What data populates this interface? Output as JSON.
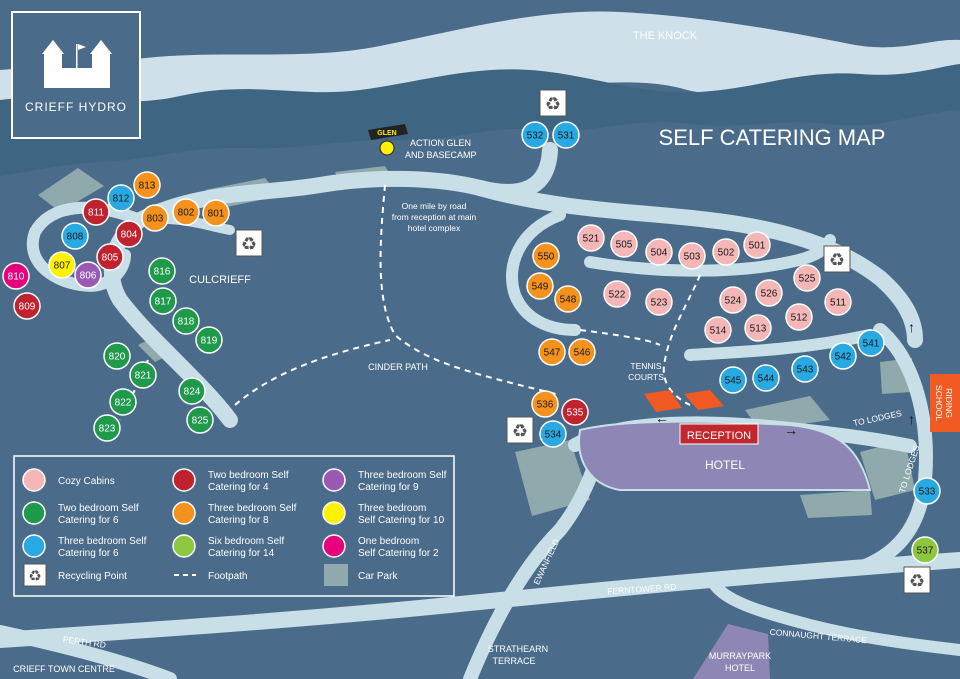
{
  "brand": {
    "name": "CRIEFF HYDRO"
  },
  "title": "SELF CATERING MAP",
  "places": {
    "knock": "THE KNOCK",
    "action_glen_1": "ACTION GLEN",
    "action_glen_2": "AND BASECAMP",
    "glen_sign": "GLEN",
    "culcrieff": "CULCRIEFF",
    "cinder_path": "CINDER PATH",
    "mile_note_1": "One mile by road",
    "mile_note_2": "from reception at main",
    "mile_note_3": "hotel complex",
    "tennis_1": "TENNIS",
    "tennis_2": "COURTS",
    "reception": "RECEPTION",
    "hotel": "HOTEL",
    "to_lodges_1": "TO LODGES",
    "to_lodges_2": "TO LODGES",
    "riding_1": "RIDING",
    "riding_2": "SCHOOL",
    "ewanfield": "EWANFIELD",
    "ferntower": "FERNTOWER RD",
    "perth_rd": "PERTH RD",
    "crieff_centre": "CRIEFF TOWN CENTRE",
    "strathearn_1": "STRATHEARN",
    "strathearn_2": "TERRACE",
    "connaught": "CONNAUGHT TERRACE",
    "murraypark_1": "MURRAYPARK",
    "murraypark_2": "HOTEL"
  },
  "colors": {
    "cozy": "#f4b6b6",
    "two_six": "#1f9a4b",
    "three_six": "#29a9e1",
    "two_four": "#c0222e",
    "three_eight": "#f5921e",
    "six_fourteen": "#8dc63f",
    "three_nine": "#9b59b6",
    "three_ten": "#fff200",
    "one_two": "#e6007e",
    "hotel": "#8e86b5",
    "reception": "#c1272d",
    "riding": "#f15a22",
    "carpark": "#8fa9ad",
    "road": "#c8dfe8"
  },
  "legend": [
    {
      "key": "cozy",
      "line1": "Cozy Cabins",
      "line2": ""
    },
    {
      "key": "two_four",
      "line1": "Two bedroom Self",
      "line2": "Catering for 4"
    },
    {
      "key": "three_nine",
      "line1": "Three bedroom Self",
      "line2": "Catering for 9"
    },
    {
      "key": "two_six",
      "line1": "Two bedroom Self",
      "line2": "Catering for 6"
    },
    {
      "key": "three_eight",
      "line1": "Three bedroom Self",
      "line2": "Catering for 8"
    },
    {
      "key": "three_ten",
      "line1": "Three bedroom",
      "line2": "Self Catering for 10"
    },
    {
      "key": "three_six",
      "line1": "Three bedroom Self",
      "line2": "Catering for 6"
    },
    {
      "key": "six_fourteen",
      "line1": "Six bedroom Self",
      "line2": "Catering for 14"
    },
    {
      "key": "one_two",
      "line1": "One bedroom",
      "line2": "Self Catering for 2"
    },
    {
      "key": "recycling",
      "line1": "Recycling Point",
      "line2": ""
    },
    {
      "key": "footpath",
      "line1": "Footpath",
      "line2": ""
    },
    {
      "key": "carpark",
      "line1": "Car Park",
      "line2": ""
    }
  ],
  "units": [
    {
      "id": "813",
      "type": "three_eight"
    },
    {
      "id": "812",
      "type": "three_six"
    },
    {
      "id": "811",
      "type": "two_four"
    },
    {
      "id": "803",
      "type": "three_eight"
    },
    {
      "id": "802",
      "type": "three_eight"
    },
    {
      "id": "801",
      "type": "three_eight"
    },
    {
      "id": "808",
      "type": "three_six"
    },
    {
      "id": "804",
      "type": "two_four"
    },
    {
      "id": "805",
      "type": "two_four"
    },
    {
      "id": "807",
      "type": "three_ten"
    },
    {
      "id": "806",
      "type": "three_nine"
    },
    {
      "id": "810",
      "type": "one_two"
    },
    {
      "id": "809",
      "type": "two_four"
    },
    {
      "id": "816",
      "type": "two_six"
    },
    {
      "id": "817",
      "type": "two_six"
    },
    {
      "id": "818",
      "type": "two_six"
    },
    {
      "id": "819",
      "type": "two_six"
    },
    {
      "id": "820",
      "type": "two_six"
    },
    {
      "id": "821",
      "type": "two_six"
    },
    {
      "id": "822",
      "type": "two_six"
    },
    {
      "id": "823",
      "type": "two_six"
    },
    {
      "id": "824",
      "type": "two_six"
    },
    {
      "id": "825",
      "type": "two_six"
    },
    {
      "id": "532",
      "type": "three_six"
    },
    {
      "id": "531",
      "type": "three_six"
    },
    {
      "id": "521",
      "type": "cozy"
    },
    {
      "id": "505",
      "type": "cozy"
    },
    {
      "id": "504",
      "type": "cozy"
    },
    {
      "id": "503",
      "type": "cozy"
    },
    {
      "id": "502",
      "type": "cozy"
    },
    {
      "id": "501",
      "type": "cozy"
    },
    {
      "id": "550",
      "type": "three_eight"
    },
    {
      "id": "549",
      "type": "three_eight"
    },
    {
      "id": "548",
      "type": "three_eight"
    },
    {
      "id": "522",
      "type": "cozy"
    },
    {
      "id": "523",
      "type": "cozy"
    },
    {
      "id": "525",
      "type": "cozy"
    },
    {
      "id": "524",
      "type": "cozy"
    },
    {
      "id": "526",
      "type": "cozy"
    },
    {
      "id": "511",
      "type": "cozy"
    },
    {
      "id": "514",
      "type": "cozy"
    },
    {
      "id": "513",
      "type": "cozy"
    },
    {
      "id": "512",
      "type": "cozy"
    },
    {
      "id": "547",
      "type": "three_eight"
    },
    {
      "id": "546",
      "type": "three_eight"
    },
    {
      "id": "541",
      "type": "three_six"
    },
    {
      "id": "542",
      "type": "three_six"
    },
    {
      "id": "543",
      "type": "three_six"
    },
    {
      "id": "545",
      "type": "three_six"
    },
    {
      "id": "544",
      "type": "three_six"
    },
    {
      "id": "536",
      "type": "three_eight"
    },
    {
      "id": "535",
      "type": "two_four"
    },
    {
      "id": "534",
      "type": "three_six"
    },
    {
      "id": "533",
      "type": "three_six"
    },
    {
      "id": "537",
      "type": "six_fourteen"
    }
  ]
}
